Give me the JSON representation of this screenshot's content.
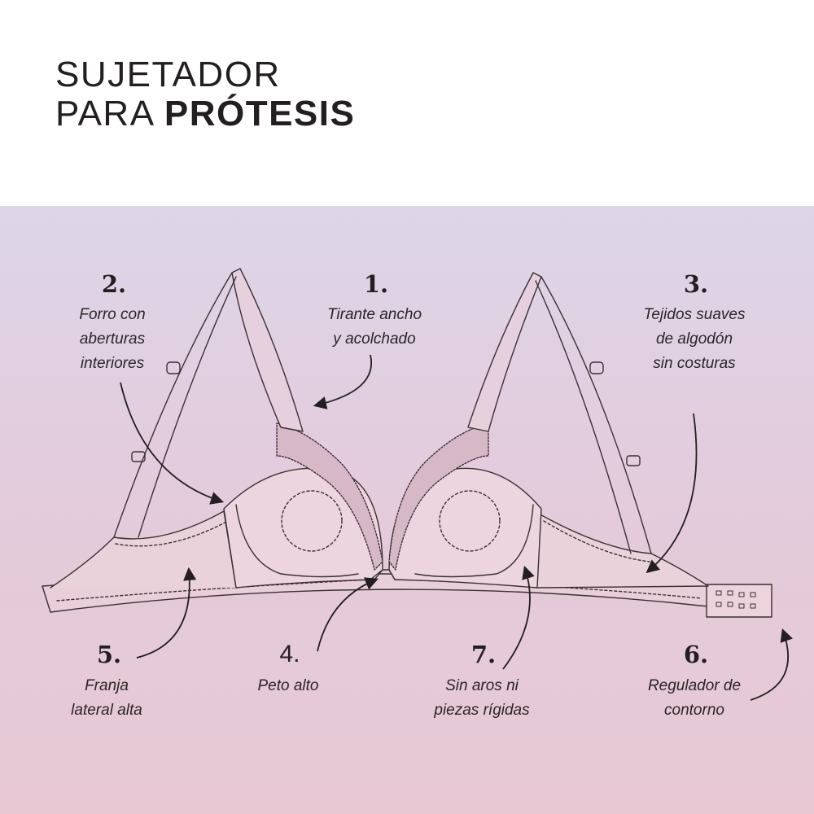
{
  "title": {
    "line1": "SUJETADOR",
    "line2_regular": "PARA ",
    "line2_bold": "PRÓTESIS"
  },
  "callouts": [
    {
      "num": "1.",
      "lines": [
        "Tirante ancho",
        "y acolchado"
      ]
    },
    {
      "num": "2.",
      "lines": [
        "Forro con",
        "aberturas",
        "interiores"
      ]
    },
    {
      "num": "3.",
      "lines": [
        "Tejidos suaves",
        "de algodón",
        "sin costuras"
      ]
    },
    {
      "num": "4.",
      "lines": [
        "Peto alto"
      ]
    },
    {
      "num": "5.",
      "lines": [
        "Franja",
        "lateral alta"
      ]
    },
    {
      "num": "6.",
      "lines": [
        "Regulador de",
        "contorno"
      ]
    },
    {
      "num": "7.",
      "lines": [
        "Sin aros ni",
        "piezas rígidas"
      ]
    }
  ],
  "colors": {
    "ink": "#231f20",
    "panel_top": "#dcd6e8",
    "panel_bottom": "#e7c8d3",
    "lace": "#c9a9b9"
  }
}
